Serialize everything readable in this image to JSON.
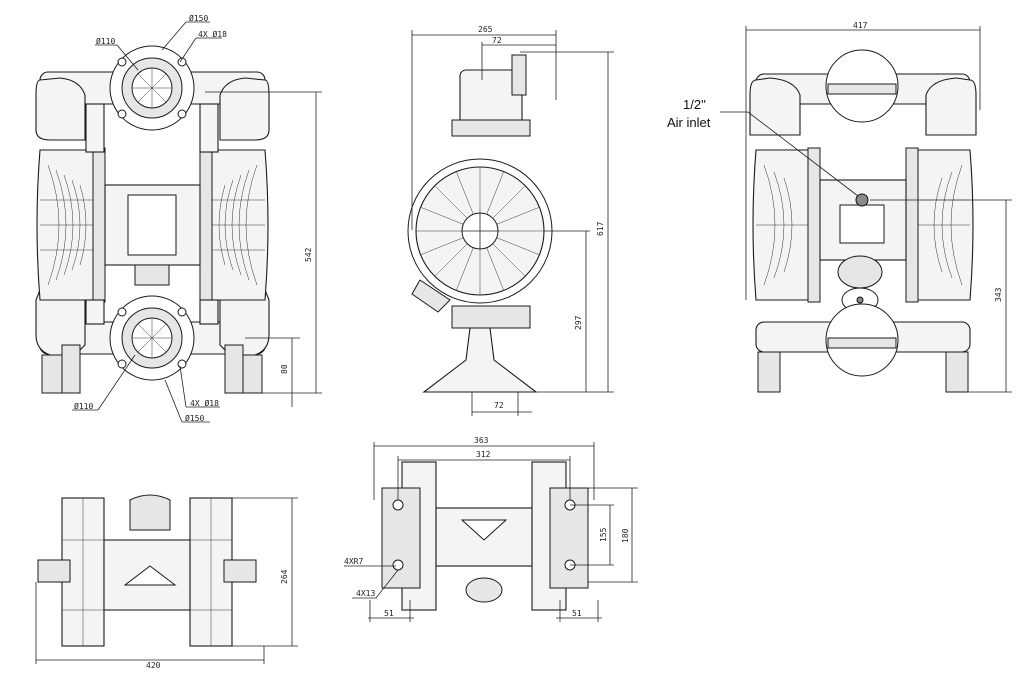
{
  "front_view": {
    "d_top_flange": "Ø150",
    "d_top_port": "Ø110",
    "top_holes": "4X Ø18",
    "height": "542",
    "base_height": "80",
    "d_bottom_port": "Ø110",
    "bottom_holes": "4X Ø18",
    "d_bottom_flange": "Ø150"
  },
  "side_view": {
    "width": "265",
    "top_offset": "72",
    "height": "617",
    "center_height": "297",
    "bottom_offset": "72"
  },
  "rear_view": {
    "width": "417",
    "air_inlet_size": "1/2''",
    "air_inlet_label": "Air inlet",
    "inlet_height": "343"
  },
  "bottom_view": {
    "depth": "264",
    "width": "420"
  },
  "base_view": {
    "overall_width": "363",
    "hole_spacing_x": "312",
    "hole_spacing_y": "155",
    "overall_depth": "180",
    "slot_spec": "4XR7",
    "hole_spec": "4X13",
    "left_edge": "51",
    "right_edge": "51"
  }
}
